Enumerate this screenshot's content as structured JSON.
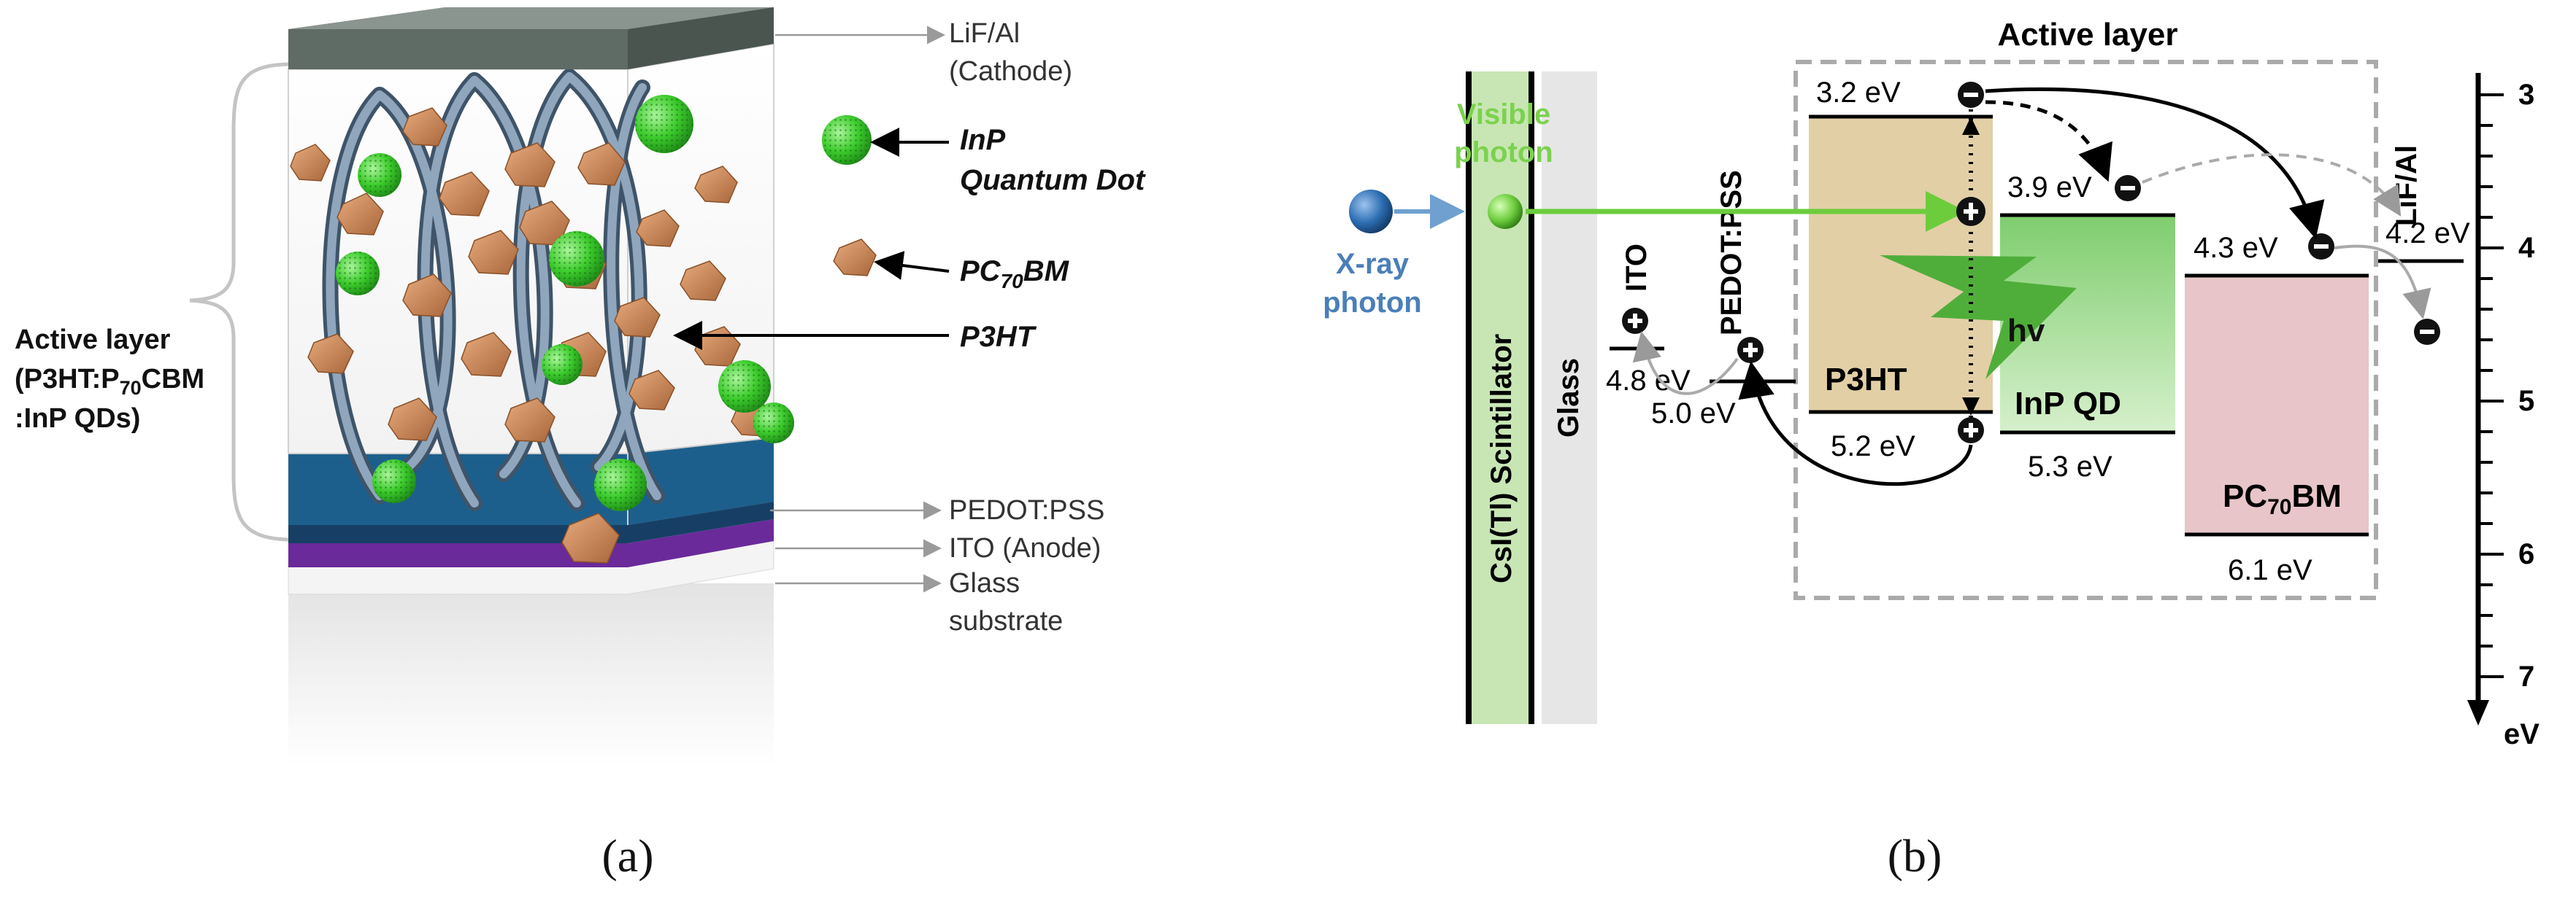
{
  "panel_a": {
    "caption": "(a)",
    "labels": {
      "cathode_1": "LiF/Al",
      "cathode_2": "(Cathode)",
      "qd_1": "InP",
      "qd_2": "Quantum Dot",
      "pcbm": "PC",
      "pcbm_sub": "70",
      "pcbm_tail": "BM",
      "p3ht": "P3HT",
      "active_1": "Active layer",
      "active_2a": "(P3HT:P",
      "active_2sub": "70",
      "active_2b": "CBM",
      "active_3": ":InP QDs)",
      "pedot": "PEDOT:PSS",
      "ito": "ITO (Anode)",
      "glass_1": "Glass",
      "glass_2": "substrate"
    },
    "colors": {
      "cathode": "#5a6660",
      "pedot": "#1d5f8c",
      "ito": "#6a2a9a",
      "qd": "#3ccc2c",
      "pcbm": "#c98452",
      "p3ht": "#6e849a"
    }
  },
  "panel_b": {
    "caption": "(b)",
    "title": "Active layer",
    "xray_1": "X-ray",
    "xray_2": "photon",
    "visible_1": "Visible",
    "visible_2": "photon",
    "scintillator": "CsI(Tl) Scintillator",
    "glass": "Glass",
    "ito": "ITO",
    "pedot": "PEDOT:PSS",
    "lifal": "LiF/Al",
    "p3ht": "P3HT",
    "inp": "InP QD",
    "pcbm": "PC",
    "pcbm_sub": "70",
    "pcbm_tail": "BM",
    "hv": "hv",
    "energy_labels": {
      "p3ht_lumo": "3.2 eV",
      "inp_cb": "3.9 eV",
      "pcbm_lumo": "4.3 eV",
      "lifal": "4.2 eV",
      "ito": "4.8 eV",
      "pedot": "5.0 eV",
      "p3ht_homo": "5.2 eV",
      "inp_vb": "5.3 eV",
      "pcbm_homo": "6.1 eV"
    },
    "axis": {
      "ticks": [
        "3",
        "4",
        "5",
        "6",
        "7"
      ],
      "unit": "eV"
    },
    "colors": {
      "scintillator": "#c8e6b4",
      "p3ht": "#e2cfa6",
      "inp": "#9fd890",
      "pcbm": "#e7c5c8",
      "green_arrow": "#6ccc3c",
      "xray_ball": "#2b6cb0"
    }
  }
}
